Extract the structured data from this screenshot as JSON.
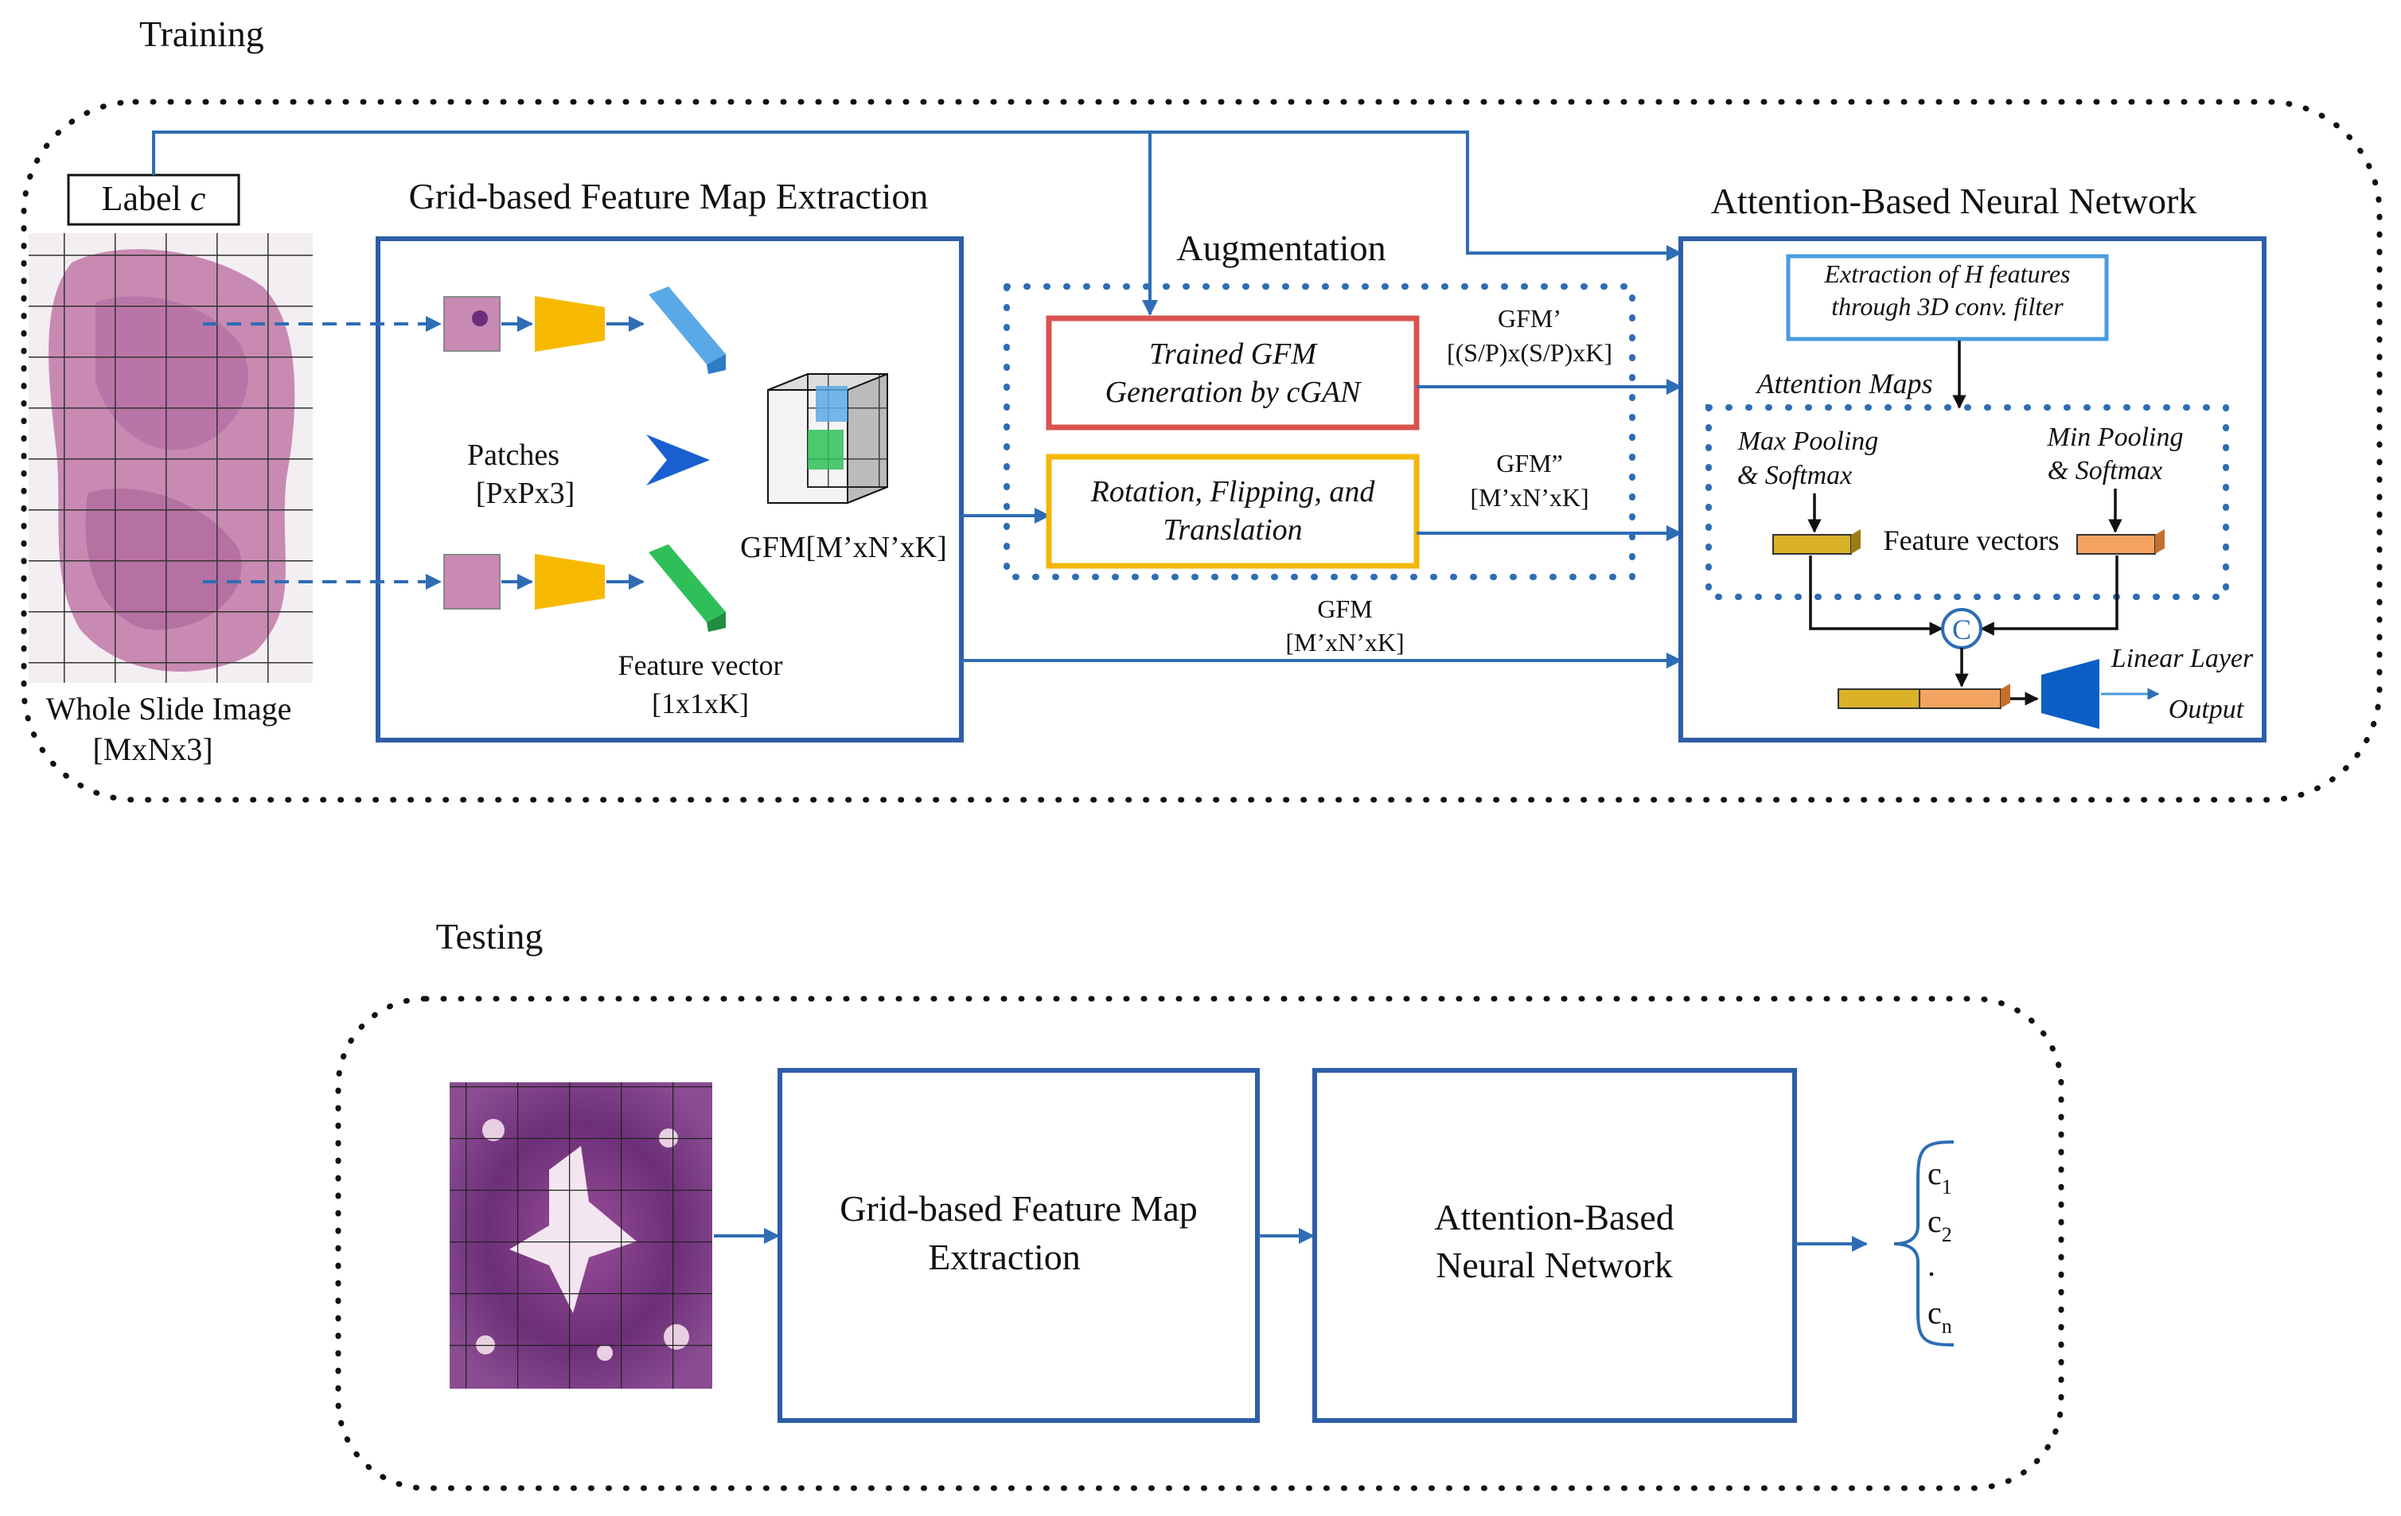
{
  "training": {
    "section_title": "Training",
    "label_box": "Label ",
    "label_var": "c",
    "wsi_label": "Whole Slide Image",
    "wsi_dims": "[MxNx3]",
    "grid_title": "Grid-based Feature Map Extraction",
    "patches_label": "Patches",
    "patches_dims": "[PxPx3]",
    "gfm_label": "GFM[M’xN’xK]",
    "feature_vector_label": "Feature vector",
    "feature_vector_dims": "[1x1xK]",
    "augmentation_title": "Augmentation",
    "cgan_line1": "Trained GFM",
    "cgan_line2": "Generation by cGAN",
    "rot_line1": "Rotation, Flipping, and",
    "rot_line2": "Translation",
    "gfm1_label": "GFM’",
    "gfm1_dims": "[(S/P)x(S/P)xK]",
    "gfm2_label": "GFM”",
    "gfm2_dims": "[M’xN’xK]",
    "gfm_label_bottom": "GFM",
    "gfm_dims_bottom": "[M’xN’xK]",
    "attention_title": "Attention-Based Neural Network",
    "extraction_line1": "Extraction of H features",
    "extraction_line2": "through 3D conv. filter",
    "attention_maps": "Attention Maps",
    "max_pool_1": "Max Pooling",
    "max_pool_2": "& Softmax",
    "min_pool_1": "Min Pooling",
    "min_pool_2": "& Softmax",
    "feature_vectors": "Feature vectors",
    "concat_symbol": "C",
    "linear_layer": "Linear Layer",
    "output": "Output"
  },
  "testing": {
    "section_title": "Testing",
    "grid_line1": "Grid-based Feature Map",
    "grid_line2": "Extraction",
    "att_line1": "Attention-Based",
    "att_line2": "Neural Network",
    "outputs": [
      {
        "base": "c",
        "sub": "1"
      },
      {
        "base": "c",
        "sub": "2"
      },
      {
        "base": ".",
        "sub": ""
      },
      {
        "base": "c",
        "sub": "n"
      }
    ]
  },
  "colors": {
    "frame_blue": "#2e5ea8",
    "arrow_blue": "#2e6db4",
    "cgan_red": "#d9534f",
    "rotation_yellow": "#f2b705",
    "encoder_yellow": "#f7b900",
    "concat_orange": "#f4a460",
    "concat_yellow": "#d9b22a",
    "tissue_pink": "#c88ab2",
    "tissue_purple": "#6c2f78"
  }
}
